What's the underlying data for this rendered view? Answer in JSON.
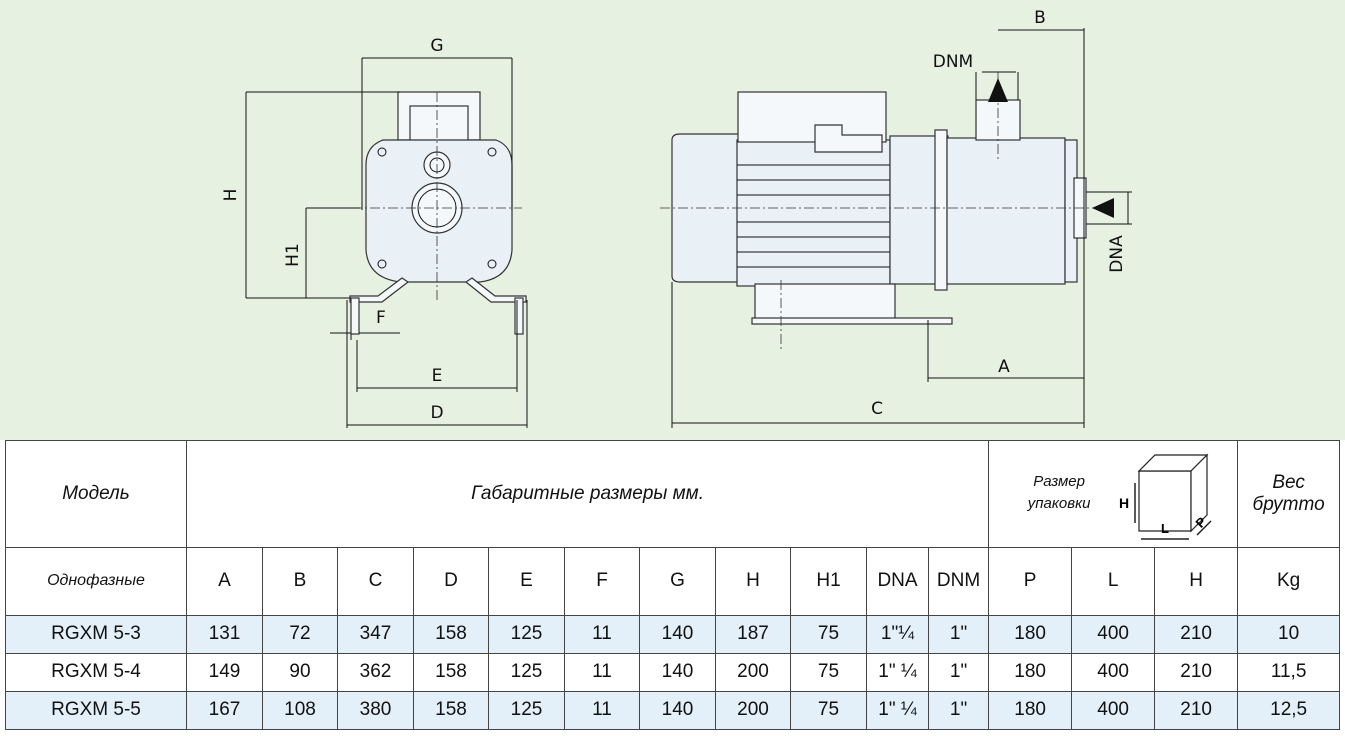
{
  "drawing": {
    "labels": {
      "G": "G",
      "H": "H",
      "H1": "H1",
      "F": "F",
      "E": "E",
      "D": "D",
      "B": "B",
      "DNM": "DNM",
      "DNA": "DNA",
      "A": "A",
      "C": "C"
    }
  },
  "table": {
    "header": {
      "model": "Модель",
      "dimensions": "Габаритные размеры мм.",
      "package_line1": "Размер",
      "package_line2": "упаковки",
      "package_icon_labels": {
        "H": "H",
        "L": "L",
        "P": "P"
      },
      "weight_line1": "Вес",
      "weight_line2": "брутто"
    },
    "subheader": {
      "phase": "Однофазные",
      "columns": [
        "A",
        "B",
        "C",
        "D",
        "E",
        "F",
        "G",
        "H",
        "H1",
        "DNA",
        "DNM",
        "P",
        "L",
        "H",
        "Kg"
      ]
    },
    "rows": [
      {
        "model": "RGXM 5-3",
        "values": [
          "131",
          "72",
          "347",
          "158",
          "125",
          "11",
          "140",
          "187",
          "75",
          "1\"¼",
          "1\"",
          "180",
          "400",
          "210",
          "10"
        ]
      },
      {
        "model": "RGXM 5-4",
        "values": [
          "149",
          "90",
          "362",
          "158",
          "125",
          "11",
          "140",
          "200",
          "75",
          "1\" ¼",
          "1\"",
          "180",
          "400",
          "210",
          "11,5"
        ]
      },
      {
        "model": "RGXM 5-5",
        "values": [
          "167",
          "108",
          "380",
          "158",
          "125",
          "11",
          "140",
          "200",
          "75",
          "1\" ¼",
          "1\"",
          "180",
          "400",
          "210",
          "12,5"
        ]
      }
    ]
  }
}
